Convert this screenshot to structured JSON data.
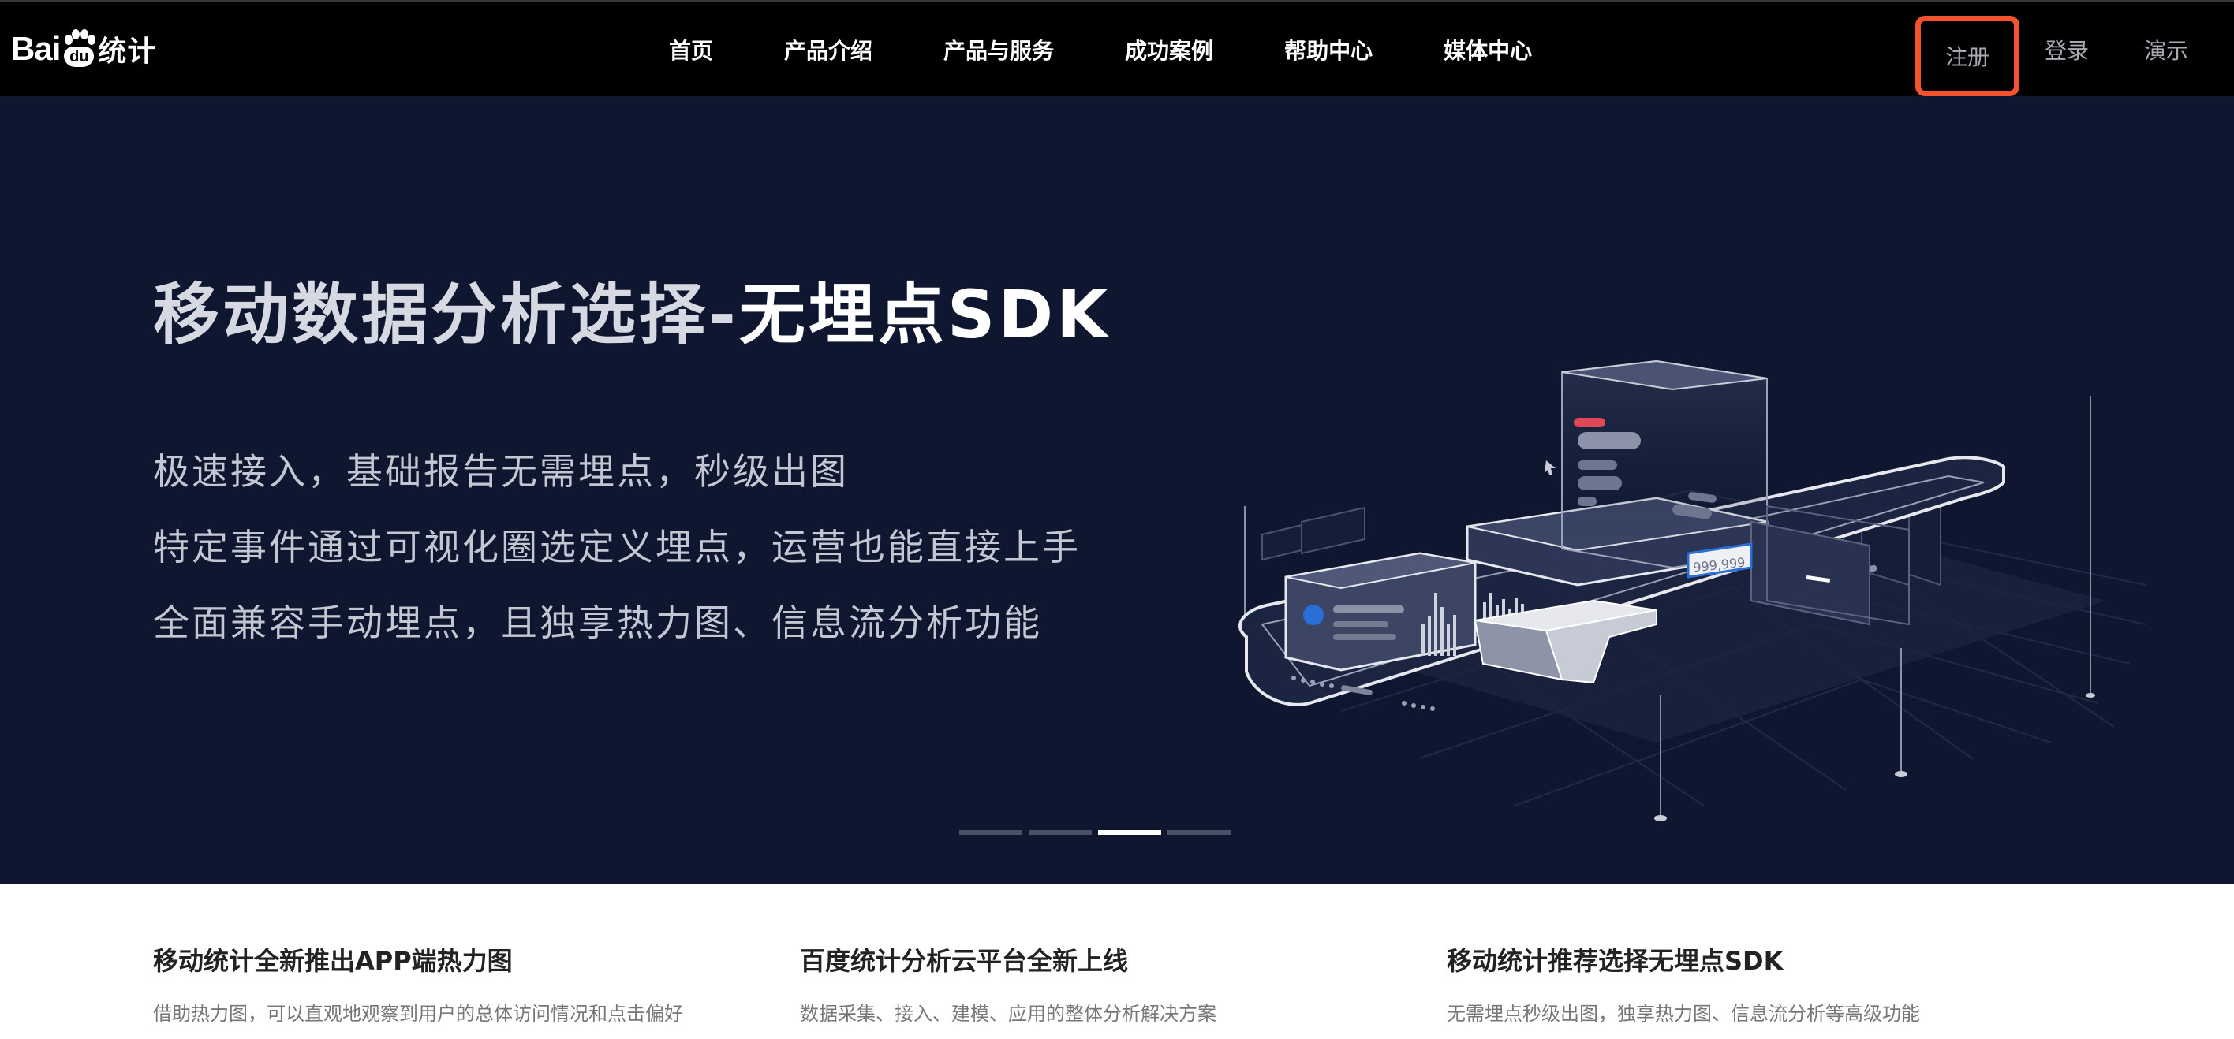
{
  "logo": {
    "text_bai": "Bai",
    "text_du": "du",
    "text_tongji": "统计"
  },
  "nav": {
    "items": [
      "首页",
      "产品介绍",
      "产品与服务",
      "成功案例",
      "帮助中心",
      "媒体中心"
    ]
  },
  "auth": {
    "register": "注册",
    "login": "登录",
    "demo": "演示"
  },
  "hero": {
    "title_light": "移动数据分析选择-",
    "title_bold": "无埋点SDK",
    "lines": [
      "极速接入，基础报告无需埋点，秒级出图",
      "特定事件通过可视化圈选定义埋点，运营也能直接上手",
      "全面兼容手动埋点，且独享热力图、信息流分析功能"
    ],
    "illustration_label": "999,999",
    "carousel": {
      "count": 4,
      "active_index": 2
    }
  },
  "news": [
    {
      "title": "移动统计全新推出APP端热力图",
      "desc": "借助热力图，可以直观地观察到用户的总体访问情况和点击偏好"
    },
    {
      "title": "百度统计分析云平台全新上线",
      "desc": "数据采集、接入、建模、应用的整体分析解决方案"
    },
    {
      "title": "移动统计推荐选择无埋点SDK",
      "desc": "无需埋点秒级出图，独享热力图、信息流分析等高级功能"
    }
  ],
  "colors": {
    "nav_bg": "#000000",
    "hero_bg": "#0f1730",
    "highlight": "#f4532d",
    "accent_blue": "#2a6fd6",
    "accent_red": "#e0485a"
  }
}
